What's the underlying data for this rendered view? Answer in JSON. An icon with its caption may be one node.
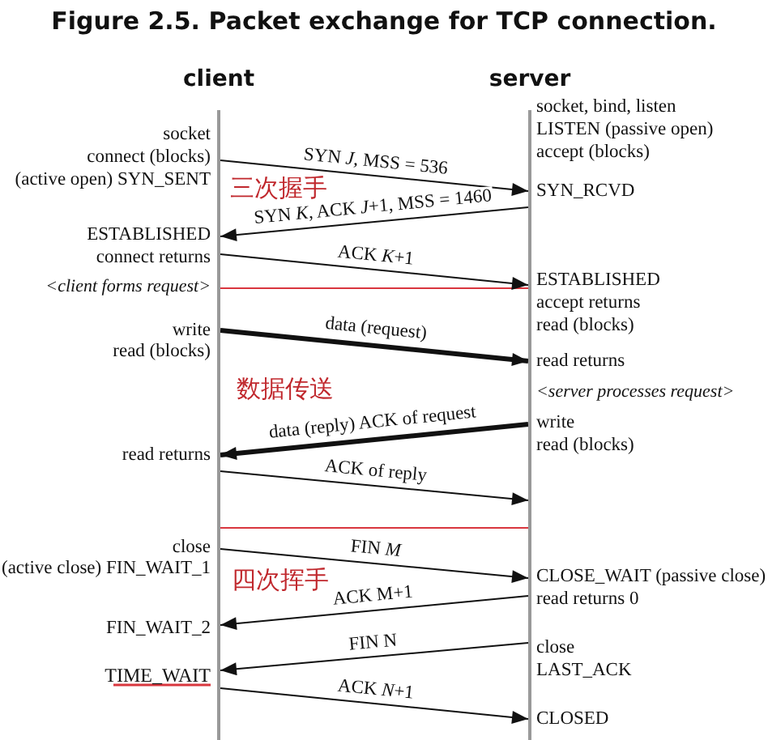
{
  "diagram": {
    "title": "Figure 2.5. Packet exchange for TCP connection.",
    "nodes": [
      {
        "text": [],
        "shape": "bar"
      },
      {
        "text": [],
        "shape": "bar"
      }
    ],
    "edges": [
      {
        "from": 0,
        "to": 1,
        "arrow": "to",
        "label": "SYN *J*, MSS = 536"
      },
      {
        "from": 1,
        "to": 0,
        "arrow": "to",
        "label": "SYN *K*, ACK *J*+1, MSS = 1460"
      },
      {
        "from": 0,
        "to": 1,
        "arrow": "to",
        "label": "ACK *K*+1"
      },
      {
        "from": 0,
        "to": 1,
        "arrow": "to",
        "label": "data (request)",
        "style": "thick"
      },
      {
        "from": 1,
        "to": 0,
        "arrow": "to",
        "label": "data (reply) ACK of request",
        "style": "thick"
      },
      {
        "from": 0,
        "to": 1,
        "arrow": "to",
        "label": "ACK of reply"
      },
      {
        "from": 0,
        "to": 1,
        "arrow": "to",
        "label": "FIN *M*"
      },
      {
        "from": 1,
        "to": 0,
        "arrow": "to",
        "label": "ACK M+1"
      },
      {
        "from": 1,
        "to": 0,
        "arrow": "to",
        "label": "FIN N"
      },
      {
        "from": 0,
        "to": 1,
        "arrow": "to",
        "label": "ACK *N*+1"
      }
    ],
    "labels": [
      "client",
      "server",
      "socket, bind, listen",
      "socket",
      "LISTEN (passive open)",
      "connect (blocks)",
      "accept (blocks)",
      "(active open) SYN_SENT",
      "三次握手",
      "SYN_RCVD",
      "ESTABLISHED",
      "connect returns",
      "<client forms request>",
      "ESTABLISHED",
      "accept returns",
      "write",
      "read (blocks)",
      "read (blocks)",
      "read returns",
      "数据传送",
      "<server processes request>",
      "write",
      "read returns",
      "read (blocks)",
      "close",
      "(active close) FIN_WAIT_1",
      "四次挥手",
      "CLOSE_WAIT (passive close)",
      "read returns 0",
      "FIN_WAIT_2",
      "close",
      "LAST_ACK",
      "TIME_WAIT",
      "CLOSED"
    ]
  }
}
